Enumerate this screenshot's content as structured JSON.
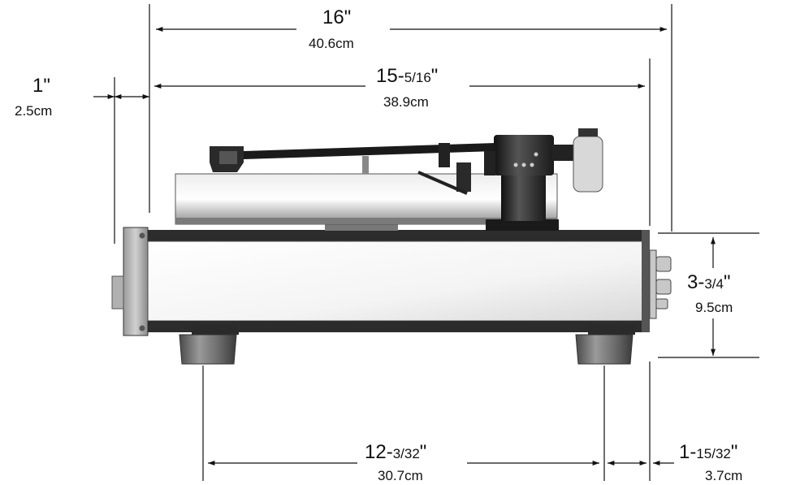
{
  "dimensions": {
    "overall_width": {
      "imperial": "16\"",
      "metric": "40.6cm"
    },
    "plinth_width": {
      "imperial_whole": "15-",
      "imperial_fraction": "5/16",
      "imperial_mark": "\"",
      "metric": "38.9cm"
    },
    "left_offset": {
      "imperial": "1\"",
      "metric": "2.5cm"
    },
    "height": {
      "imperial_whole": "3-",
      "imperial_fraction": "3/4",
      "imperial_mark": "\"",
      "metric": "9.5cm"
    },
    "feet_spacing": {
      "imperial_whole": "12-",
      "imperial_fraction": "3/32",
      "imperial_mark": "\"",
      "metric": "30.7cm"
    },
    "right_foot_offset": {
      "imperial_whole": "1-",
      "imperial_fraction": "15/32",
      "imperial_mark": "\"",
      "metric": "3.7cm"
    }
  },
  "colors": {
    "line": "#111111",
    "metal_light": "#f4f4f4",
    "metal_dark": "#3a3a3a",
    "foot": "#6e6e6e"
  }
}
